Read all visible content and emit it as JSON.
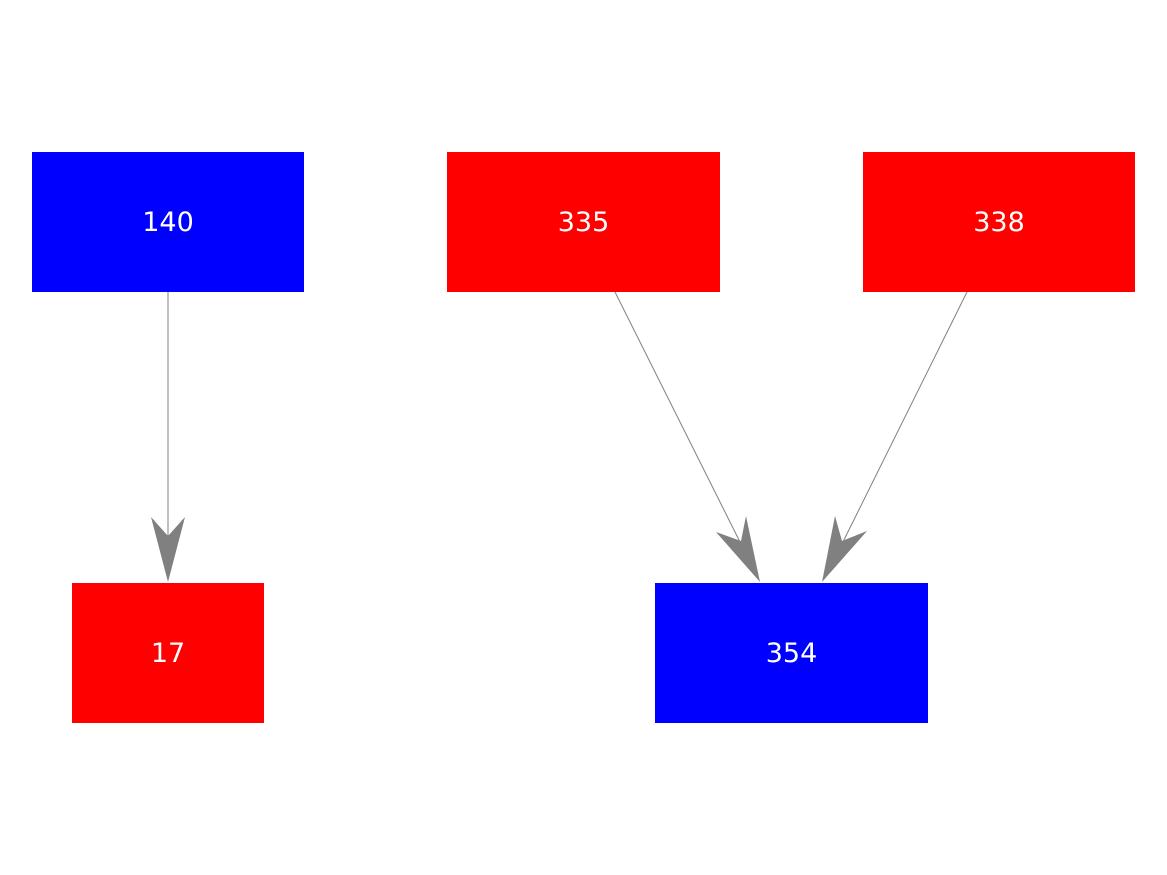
{
  "colors": {
    "blue": "#0000ff",
    "red": "#ff0000",
    "edge": "#808080",
    "background": "#ffffff",
    "label": "#ffffff"
  },
  "nodes": [
    {
      "id": "n140",
      "label": "140",
      "color": "blue"
    },
    {
      "id": "n335",
      "label": "335",
      "color": "red"
    },
    {
      "id": "n338",
      "label": "338",
      "color": "red"
    },
    {
      "id": "n17",
      "label": "17",
      "color": "red"
    },
    {
      "id": "n354",
      "label": "354",
      "color": "blue"
    }
  ],
  "edges": [
    {
      "from": "n140",
      "to": "n17"
    },
    {
      "from": "n335",
      "to": "n354"
    },
    {
      "from": "n338",
      "to": "n354"
    }
  ]
}
